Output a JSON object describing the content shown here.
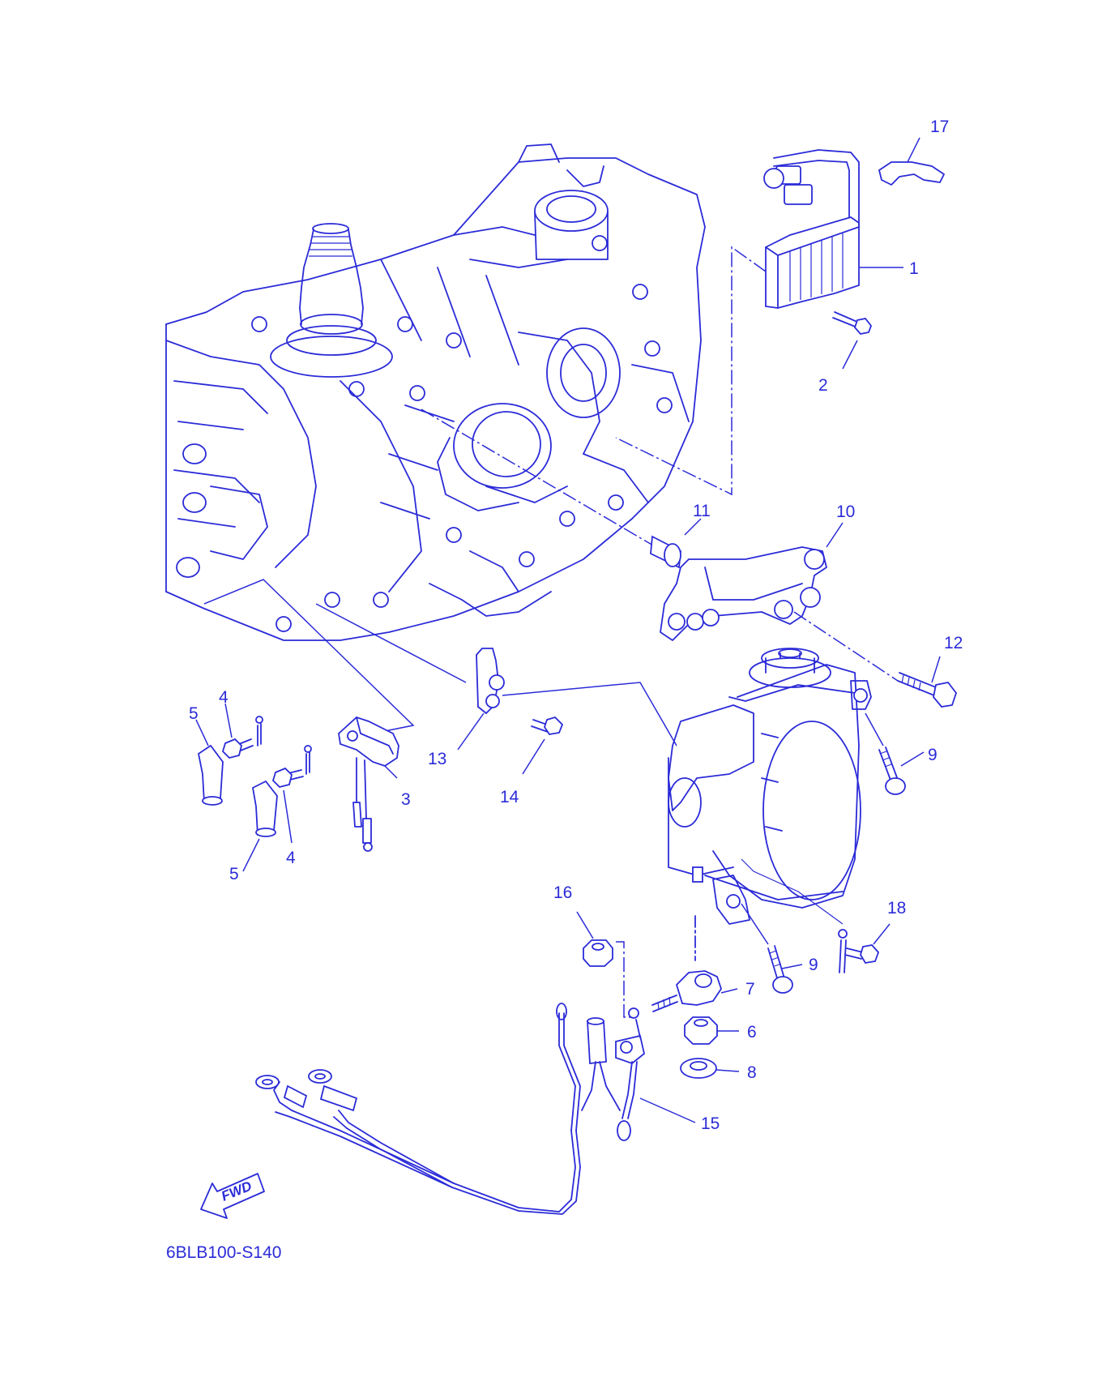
{
  "diagram": {
    "code": "6BLB100-S140",
    "fwd_label": "FWD",
    "color": "#2b2bd8",
    "callouts": [
      {
        "id": "c1",
        "label": "1"
      },
      {
        "id": "c2",
        "label": "2"
      },
      {
        "id": "c3",
        "label": "3"
      },
      {
        "id": "c4a",
        "label": "4"
      },
      {
        "id": "c4b",
        "label": "4"
      },
      {
        "id": "c5a",
        "label": "5"
      },
      {
        "id": "c5b",
        "label": "5"
      },
      {
        "id": "c6",
        "label": "6"
      },
      {
        "id": "c7",
        "label": "7"
      },
      {
        "id": "c8",
        "label": "8"
      },
      {
        "id": "c9a",
        "label": "9"
      },
      {
        "id": "c9b",
        "label": "9"
      },
      {
        "id": "c10",
        "label": "10"
      },
      {
        "id": "c11",
        "label": "11"
      },
      {
        "id": "c12",
        "label": "12"
      },
      {
        "id": "c13",
        "label": "13"
      },
      {
        "id": "c14",
        "label": "14"
      },
      {
        "id": "c15",
        "label": "15"
      },
      {
        "id": "c16",
        "label": "16"
      },
      {
        "id": "c17",
        "label": "17"
      },
      {
        "id": "c18",
        "label": "18"
      }
    ]
  }
}
